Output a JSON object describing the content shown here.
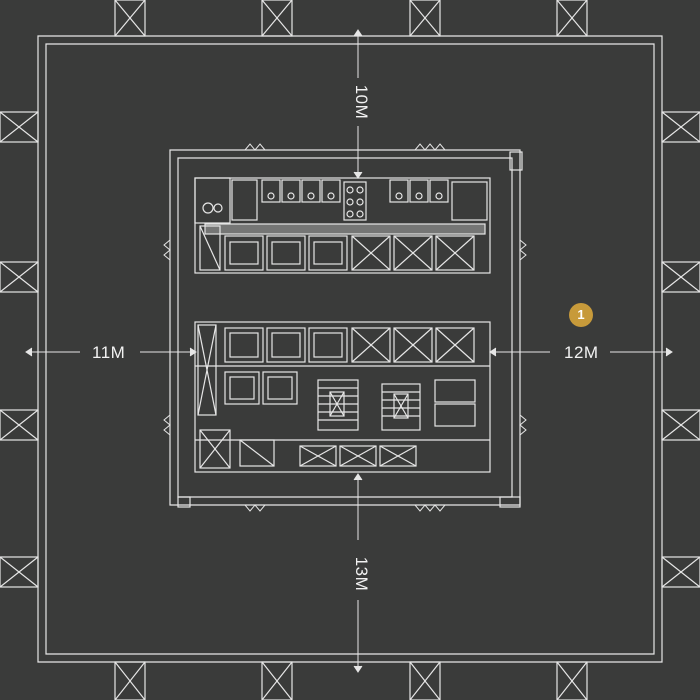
{
  "dimensions": {
    "top": "10M",
    "bottom": "13M",
    "left": "11M",
    "right": "12M"
  },
  "marker": {
    "label": "1"
  },
  "colors": {
    "background": "#3a3b3a",
    "line": "#e8e8e8",
    "accent": "#c79a3a"
  }
}
